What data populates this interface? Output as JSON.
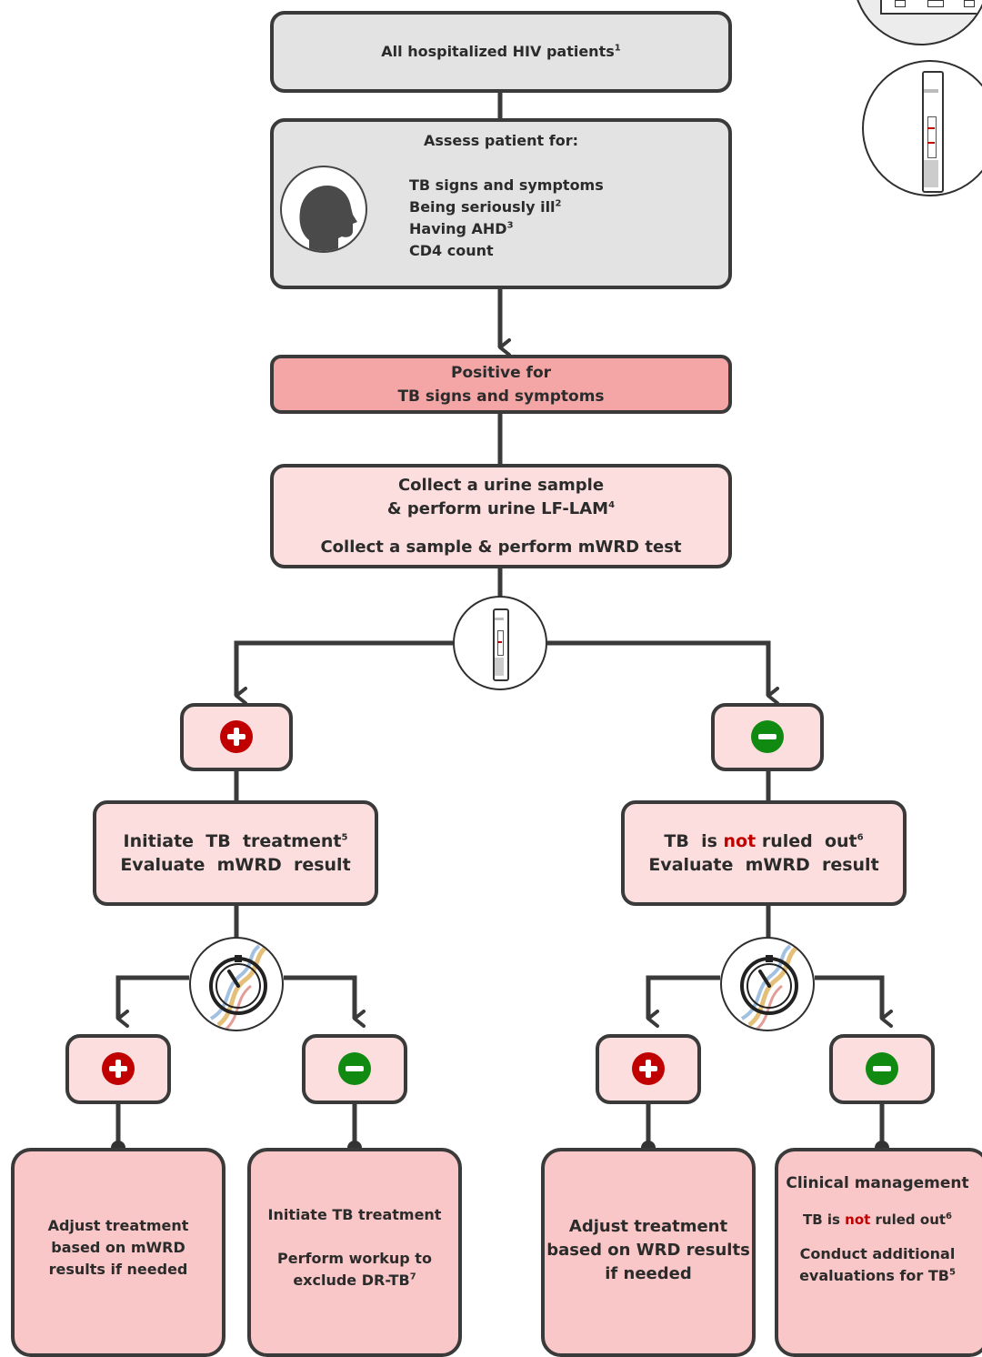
{
  "top": {
    "title": "All hospitalized HIV patients",
    "title_sup": "1"
  },
  "assess": {
    "title": "Assess patient for:",
    "items": [
      {
        "text": "TB signs and symptoms",
        "sup": ""
      },
      {
        "text": "Being seriously ill",
        "sup": "2"
      },
      {
        "text": "Having AHD",
        "sup": "3"
      },
      {
        "text": "CD4 count",
        "sup": ""
      }
    ],
    "icon": "patient-head-icon"
  },
  "positive": {
    "line1": "Positive for",
    "line2": "TB signs and symptoms"
  },
  "collect": {
    "line1": "Collect a urine sample",
    "line2": "& perform urine LF-LAM",
    "line2_sup": "4",
    "line3": "Collect a sample & perform mWRD test"
  },
  "left_branch": {
    "line1": "Initiate  TB  treatment",
    "line1_sup": "5",
    "line2": "Evaluate  mWRD  result"
  },
  "right_branch": {
    "line1_a": "TB  is ",
    "line1_red": "not",
    "line1_b": " ruled  out",
    "line1_sup": "6",
    "line2": "Evaluate  mWRD  result"
  },
  "outcomes": {
    "o1": [
      "Adjust treatment",
      "based on mWRD",
      "results if needed"
    ],
    "o2": {
      "line1": "Initiate TB treatment",
      "line2": "Perform workup to",
      "line3": "exclude DR-TB",
      "line3_sup": "7"
    },
    "o3": [
      "Adjust treatment",
      "based on WRD results",
      "if needed"
    ],
    "o4": {
      "line1": "Clinical management",
      "line2_a": "TB is ",
      "line2_red": "not",
      "line2_b": " ruled out",
      "line2_sup": "6",
      "line3": "Conduct additional",
      "line4": "evaluations for TB",
      "line4_sup": "5"
    }
  },
  "colors": {
    "border": "#3a3a3a",
    "grey_box": "#e3e3e3",
    "pink_strong": "#f4a6a6",
    "pink_light": "#fcdede",
    "pink_outcome": "#f9c7c7",
    "plus_badge": "#c00000",
    "minus_badge": "#118a11",
    "highlight_red": "#c00000"
  },
  "icons": {
    "lfLam": "lf-lam-test-strip-icon",
    "mwrd": "molecular-test-dna-timer-icon",
    "plus": "plus-badge-icon",
    "minus": "minus-badge-icon"
  }
}
